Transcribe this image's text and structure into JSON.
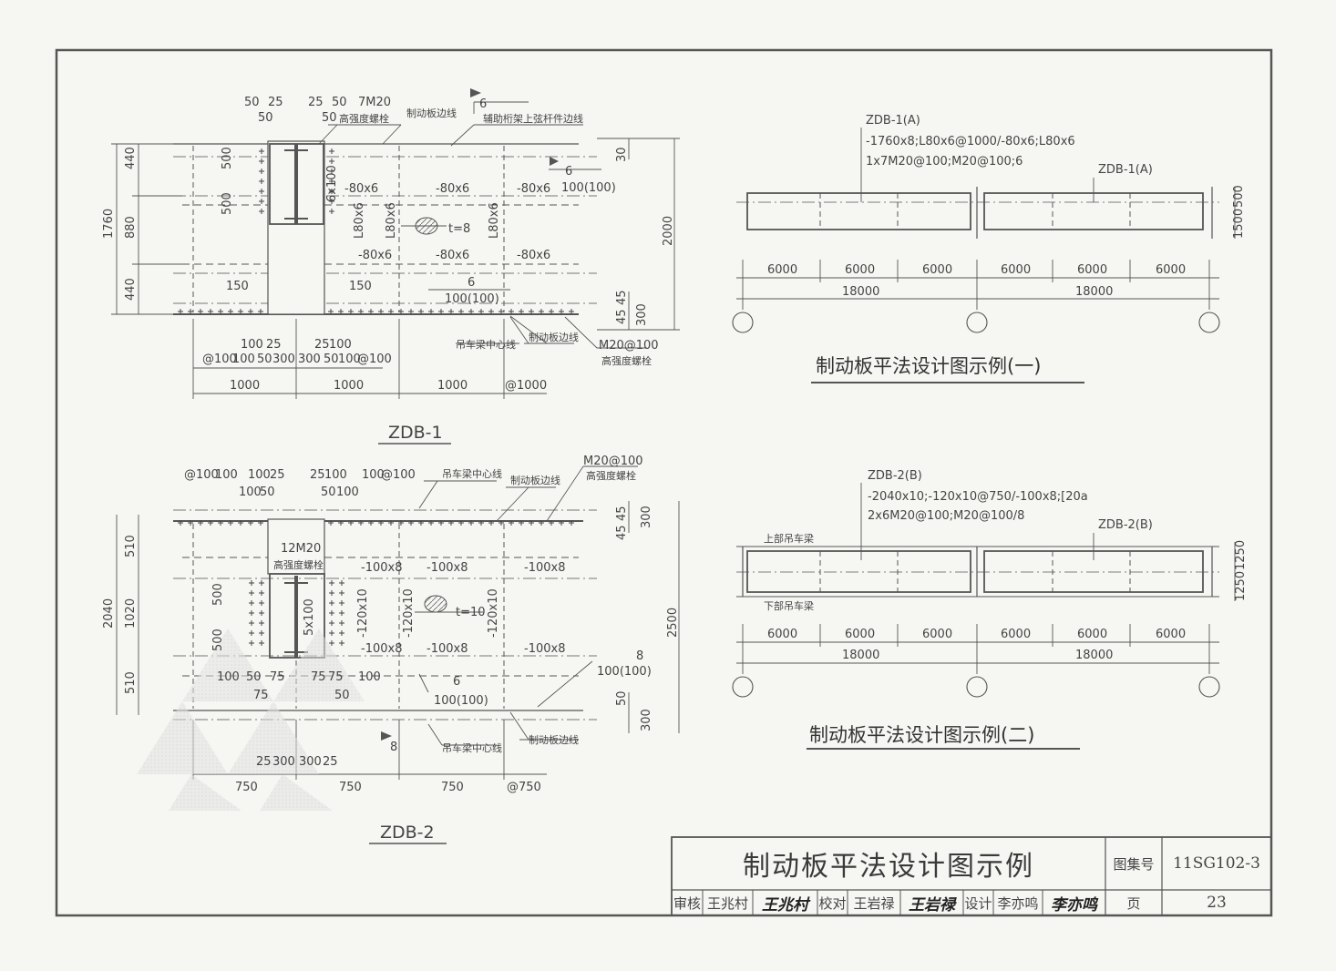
{
  "detail_1": {
    "caption": "ZDB-1",
    "top_dims": [
      "50",
      "25",
      "25",
      "50",
      "7M20",
      "50",
      "50"
    ],
    "labels": {
      "bolt_hs": "高强度螺栓",
      "plate_edge": "制动板边线",
      "aux_truss": "辅助桁架上弦杆件边线",
      "crane_cl": "吊车梁中心线",
      "plate_edge2": "制动板边线",
      "m20": "M20@100",
      "bolt_hs2": "高强度螺栓"
    },
    "left_dims": [
      "440",
      "880",
      "440",
      "1760"
    ],
    "inner_dims": [
      "500",
      "500",
      "6x100"
    ],
    "plates": [
      "-80x6",
      "-80x6",
      "-80x6",
      "-80x6",
      "-80x6",
      "-80x6"
    ],
    "angles": [
      "L80x6",
      "L80x6",
      "L80x6"
    ],
    "thickness": "t=8",
    "welds": [
      "6",
      "6",
      "6"
    ],
    "weld_spacing": [
      "100(100)",
      "100(100)"
    ],
    "right_dims": [
      "30",
      "2000",
      "45",
      "45",
      "300"
    ],
    "small_dims": [
      "150",
      "150"
    ],
    "bottom_dims_1": [
      "100",
      "25",
      "25",
      "100"
    ],
    "bottom_dims_2": [
      "@100",
      "100",
      "50",
      "300",
      "300",
      "50",
      "100",
      "@100"
    ],
    "bottom_dims_3": [
      "1000",
      "1000",
      "1000",
      "@1000"
    ]
  },
  "detail_2": {
    "caption": "ZDB-2",
    "top_dims_1": [
      "@100",
      "100",
      "100",
      "25",
      "25",
      "100",
      "100",
      "@100"
    ],
    "top_dims_2": [
      "100",
      "50",
      "50",
      "100"
    ],
    "labels": {
      "crane_cl": "吊车梁中心线",
      "plate_edge": "制动板边线",
      "m20": "M20@100",
      "bolt_hs": "高强度螺栓",
      "bolt_count": "12M20",
      "bolt_hs2": "高强度螺栓",
      "crane_cl2": "吊车梁中心线",
      "plate_edge2": "制动板边线"
    },
    "left_dims": [
      "510",
      "1020",
      "510",
      "2040"
    ],
    "inner_dims": [
      "500",
      "500",
      "5x100"
    ],
    "plates": [
      "-100x8",
      "-100x8",
      "-100x8",
      "-100x8",
      "-100x8",
      "-100x8"
    ],
    "stiffeners": [
      "-120x10",
      "-120x10",
      "-120x10"
    ],
    "thickness": "t=10",
    "welds": [
      "8",
      "6",
      "8"
    ],
    "weld_spacing": [
      "100(100)",
      "100(100)"
    ],
    "right_dims": [
      "45",
      "45",
      "300",
      "2500",
      "50",
      "300"
    ],
    "small_dims": [
      "100",
      "50",
      "75",
      "75",
      "75",
      "100",
      "75",
      "50"
    ],
    "bottom_dims_1": [
      "25",
      "300",
      "300",
      "25"
    ],
    "bottom_dims_2": [
      "750",
      "750",
      "750",
      "@750"
    ]
  },
  "example_1": {
    "title": "制动板平法设计图示例(一)",
    "note_lines": [
      "ZDB-1(A)",
      "-1760x8;L80x6@1000/-80x6;L80x6",
      "1x7M20@100;M20@100;6"
    ],
    "tag": "ZDB-1(A)",
    "right_dims": [
      "500",
      "1500"
    ],
    "spans": [
      "6000",
      "6000",
      "6000",
      "6000",
      "6000",
      "6000"
    ],
    "totals": [
      "18000",
      "18000"
    ]
  },
  "example_2": {
    "title": "制动板平法设计图示例(二)",
    "note_lines": [
      "ZDB-2(B)",
      "-2040x10;-120x10@750/-100x8;[20a",
      "2x6M20@100;M20@100/8"
    ],
    "tag": "ZDB-2(B)",
    "upper_beam": "上部吊车梁",
    "lower_beam": "下部吊车梁",
    "right_dims": [
      "1250",
      "1250"
    ],
    "spans": [
      "6000",
      "6000",
      "6000",
      "6000",
      "6000",
      "6000"
    ],
    "totals": [
      "18000",
      "18000"
    ]
  },
  "title_block": {
    "title": "制动板平法设计图示例",
    "atlas_label": "图集号",
    "atlas_no": "11SG102-3",
    "review_label": "审核",
    "reviewer": "王兆村",
    "reviewer_sig": "王兆村",
    "check_label": "校对",
    "checker": "王岩禄",
    "checker_sig": "王岩禄",
    "design_label": "设计",
    "designer": "李亦鸣",
    "designer_sig": "李亦鸣",
    "page_label": "页",
    "page_no": "23"
  }
}
